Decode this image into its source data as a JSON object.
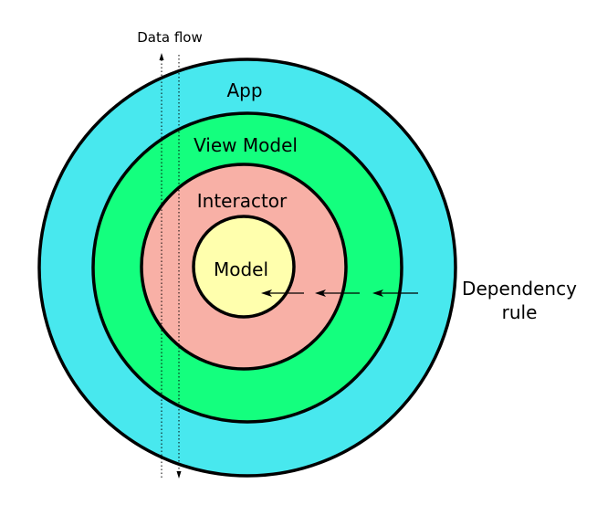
{
  "rings": {
    "app": {
      "label": "App",
      "color": "#48E8EE"
    },
    "view_model": {
      "label": "View Model",
      "color": "#14FF7E"
    },
    "interactor": {
      "label": "Interactor",
      "color": "#F8B0A6"
    },
    "model": {
      "label": "Model",
      "color": "#FFFFAD"
    }
  },
  "data_flow": {
    "label": "Data flow"
  },
  "dependency_rule": {
    "line1": "Dependency",
    "line2": "rule"
  },
  "stroke_color": "#000000"
}
